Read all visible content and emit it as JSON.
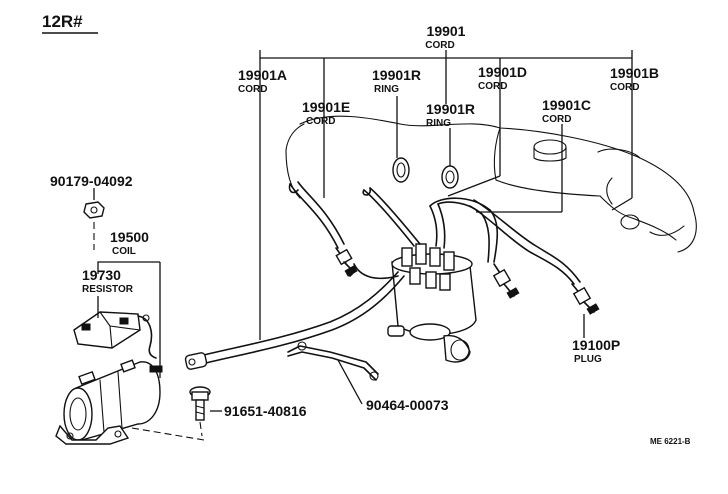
{
  "model": "12R#",
  "figure_ref": "ME 6221-B",
  "parts": {
    "cord_main": {
      "number": "19901",
      "name": "CORD"
    },
    "cord_a": {
      "number": "19901A",
      "name": "CORD"
    },
    "ring_1": {
      "number": "19901R",
      "name": "RING"
    },
    "cord_d": {
      "number": "19901D",
      "name": "CORD"
    },
    "cord_b": {
      "number": "19901B",
      "name": "CORD"
    },
    "cord_e": {
      "number": "19901E",
      "name": "CORD"
    },
    "ring_2": {
      "number": "19901R",
      "name": "RING"
    },
    "cord_c": {
      "number": "19901C",
      "name": "CORD"
    },
    "nut": {
      "number": "90179-04092"
    },
    "coil": {
      "number": "19500",
      "name": "COIL"
    },
    "resistor": {
      "number": "19730",
      "name": "RESISTOR"
    },
    "bolt": {
      "number": "91651-40816"
    },
    "clamp": {
      "number": "90464-00073"
    },
    "plug": {
      "number": "19100P",
      "name": "PLUG"
    }
  }
}
